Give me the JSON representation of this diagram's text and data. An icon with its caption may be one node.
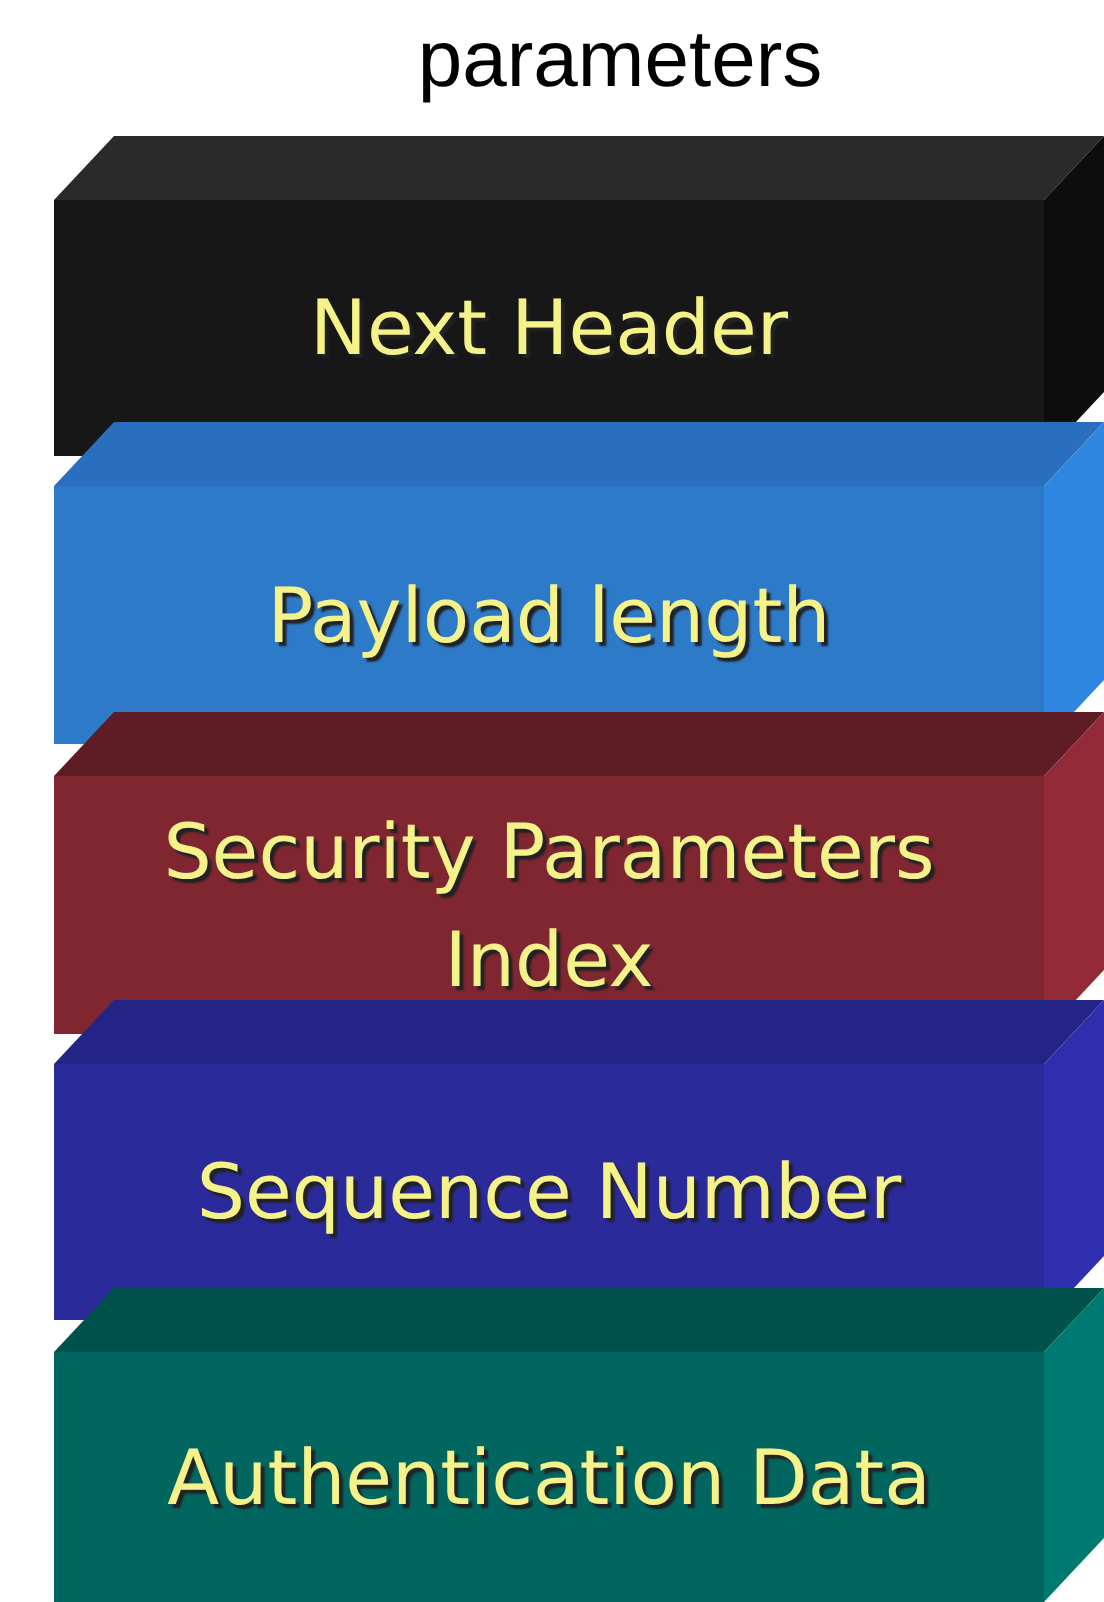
{
  "diagram": {
    "title": "parameters",
    "nodes": [
      {
        "text": [
          "Next Header"
        ]
      },
      {
        "text": [
          "Payload length"
        ]
      },
      {
        "text": [
          "Security Parameters Index"
        ]
      },
      {
        "text": [
          "Sequence Number"
        ]
      },
      {
        "text": [
          "Authentication Data"
        ]
      }
    ]
  }
}
